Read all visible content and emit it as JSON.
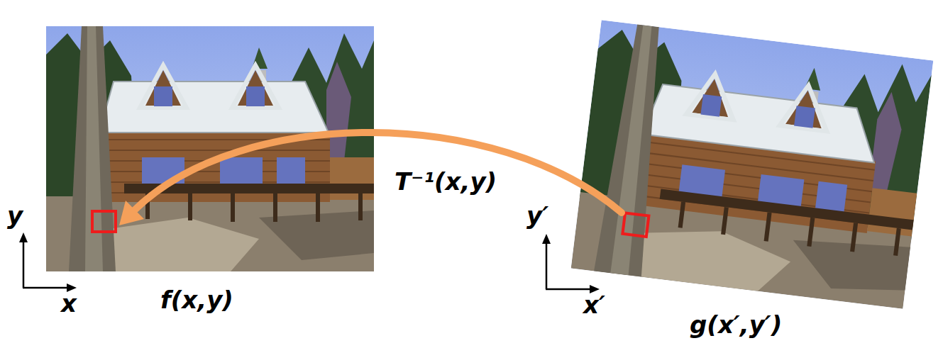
{
  "diagram": {
    "labels": [
      "y",
      "x",
      "f(x,y)",
      "T⁻¹(x,y)",
      "y′",
      "x′",
      "g(x′,y′)"
    ]
  }
}
